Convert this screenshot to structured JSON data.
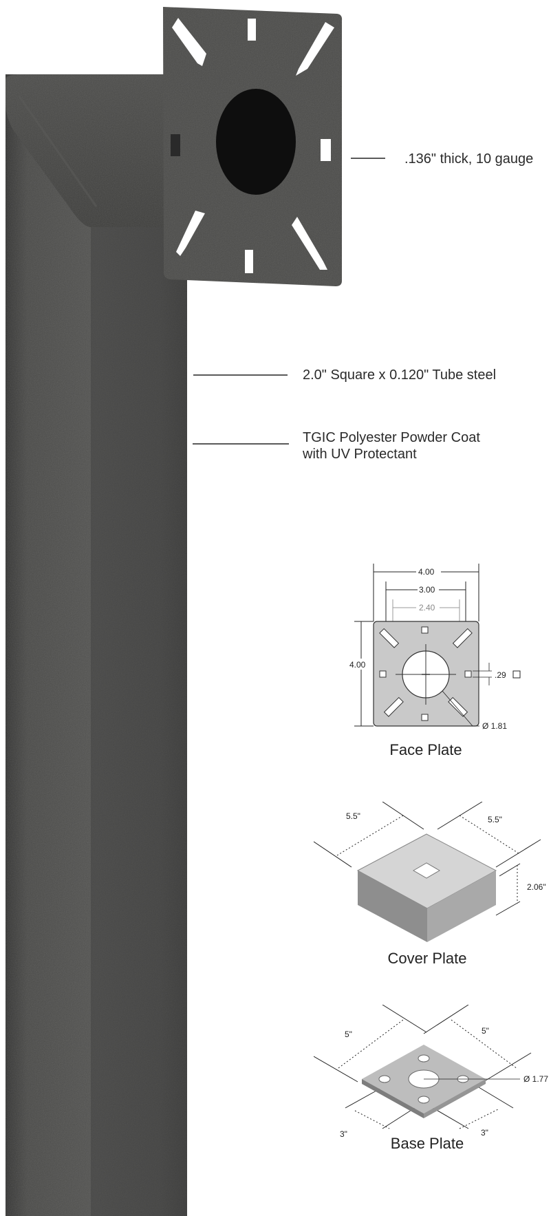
{
  "callouts": {
    "plate_thickness": ".136\" thick, 10 gauge",
    "tube": "2.0\" Square x 0.120\" Tube steel",
    "coat_line1": "TGIC Polyester Powder Coat",
    "coat_line2": "with UV Protectant"
  },
  "face_plate": {
    "caption": "Face Plate",
    "dim_outer_width": "4.00",
    "dim_mid_width": "3.00",
    "dim_inner_width": "2.40",
    "dim_height": "4.00",
    "dim_square_hole": ".29",
    "dim_center_hole": "Ø 1.81"
  },
  "cover_plate": {
    "caption": "Cover Plate",
    "dim_left": "5.5\"",
    "dim_right": "5.5\"",
    "dim_height": "2.06\""
  },
  "base_plate": {
    "caption": "Base Plate",
    "dim_left_top": "5\"",
    "dim_right_top": "5\"",
    "dim_left_bottom": "3\"",
    "dim_right_bottom": "3\"",
    "dim_hole": "Ø 1.77"
  },
  "colors": {
    "post": "#4a4a48",
    "post_shadow": "#3a3a38",
    "plate_gray": "#c9c9c9"
  }
}
